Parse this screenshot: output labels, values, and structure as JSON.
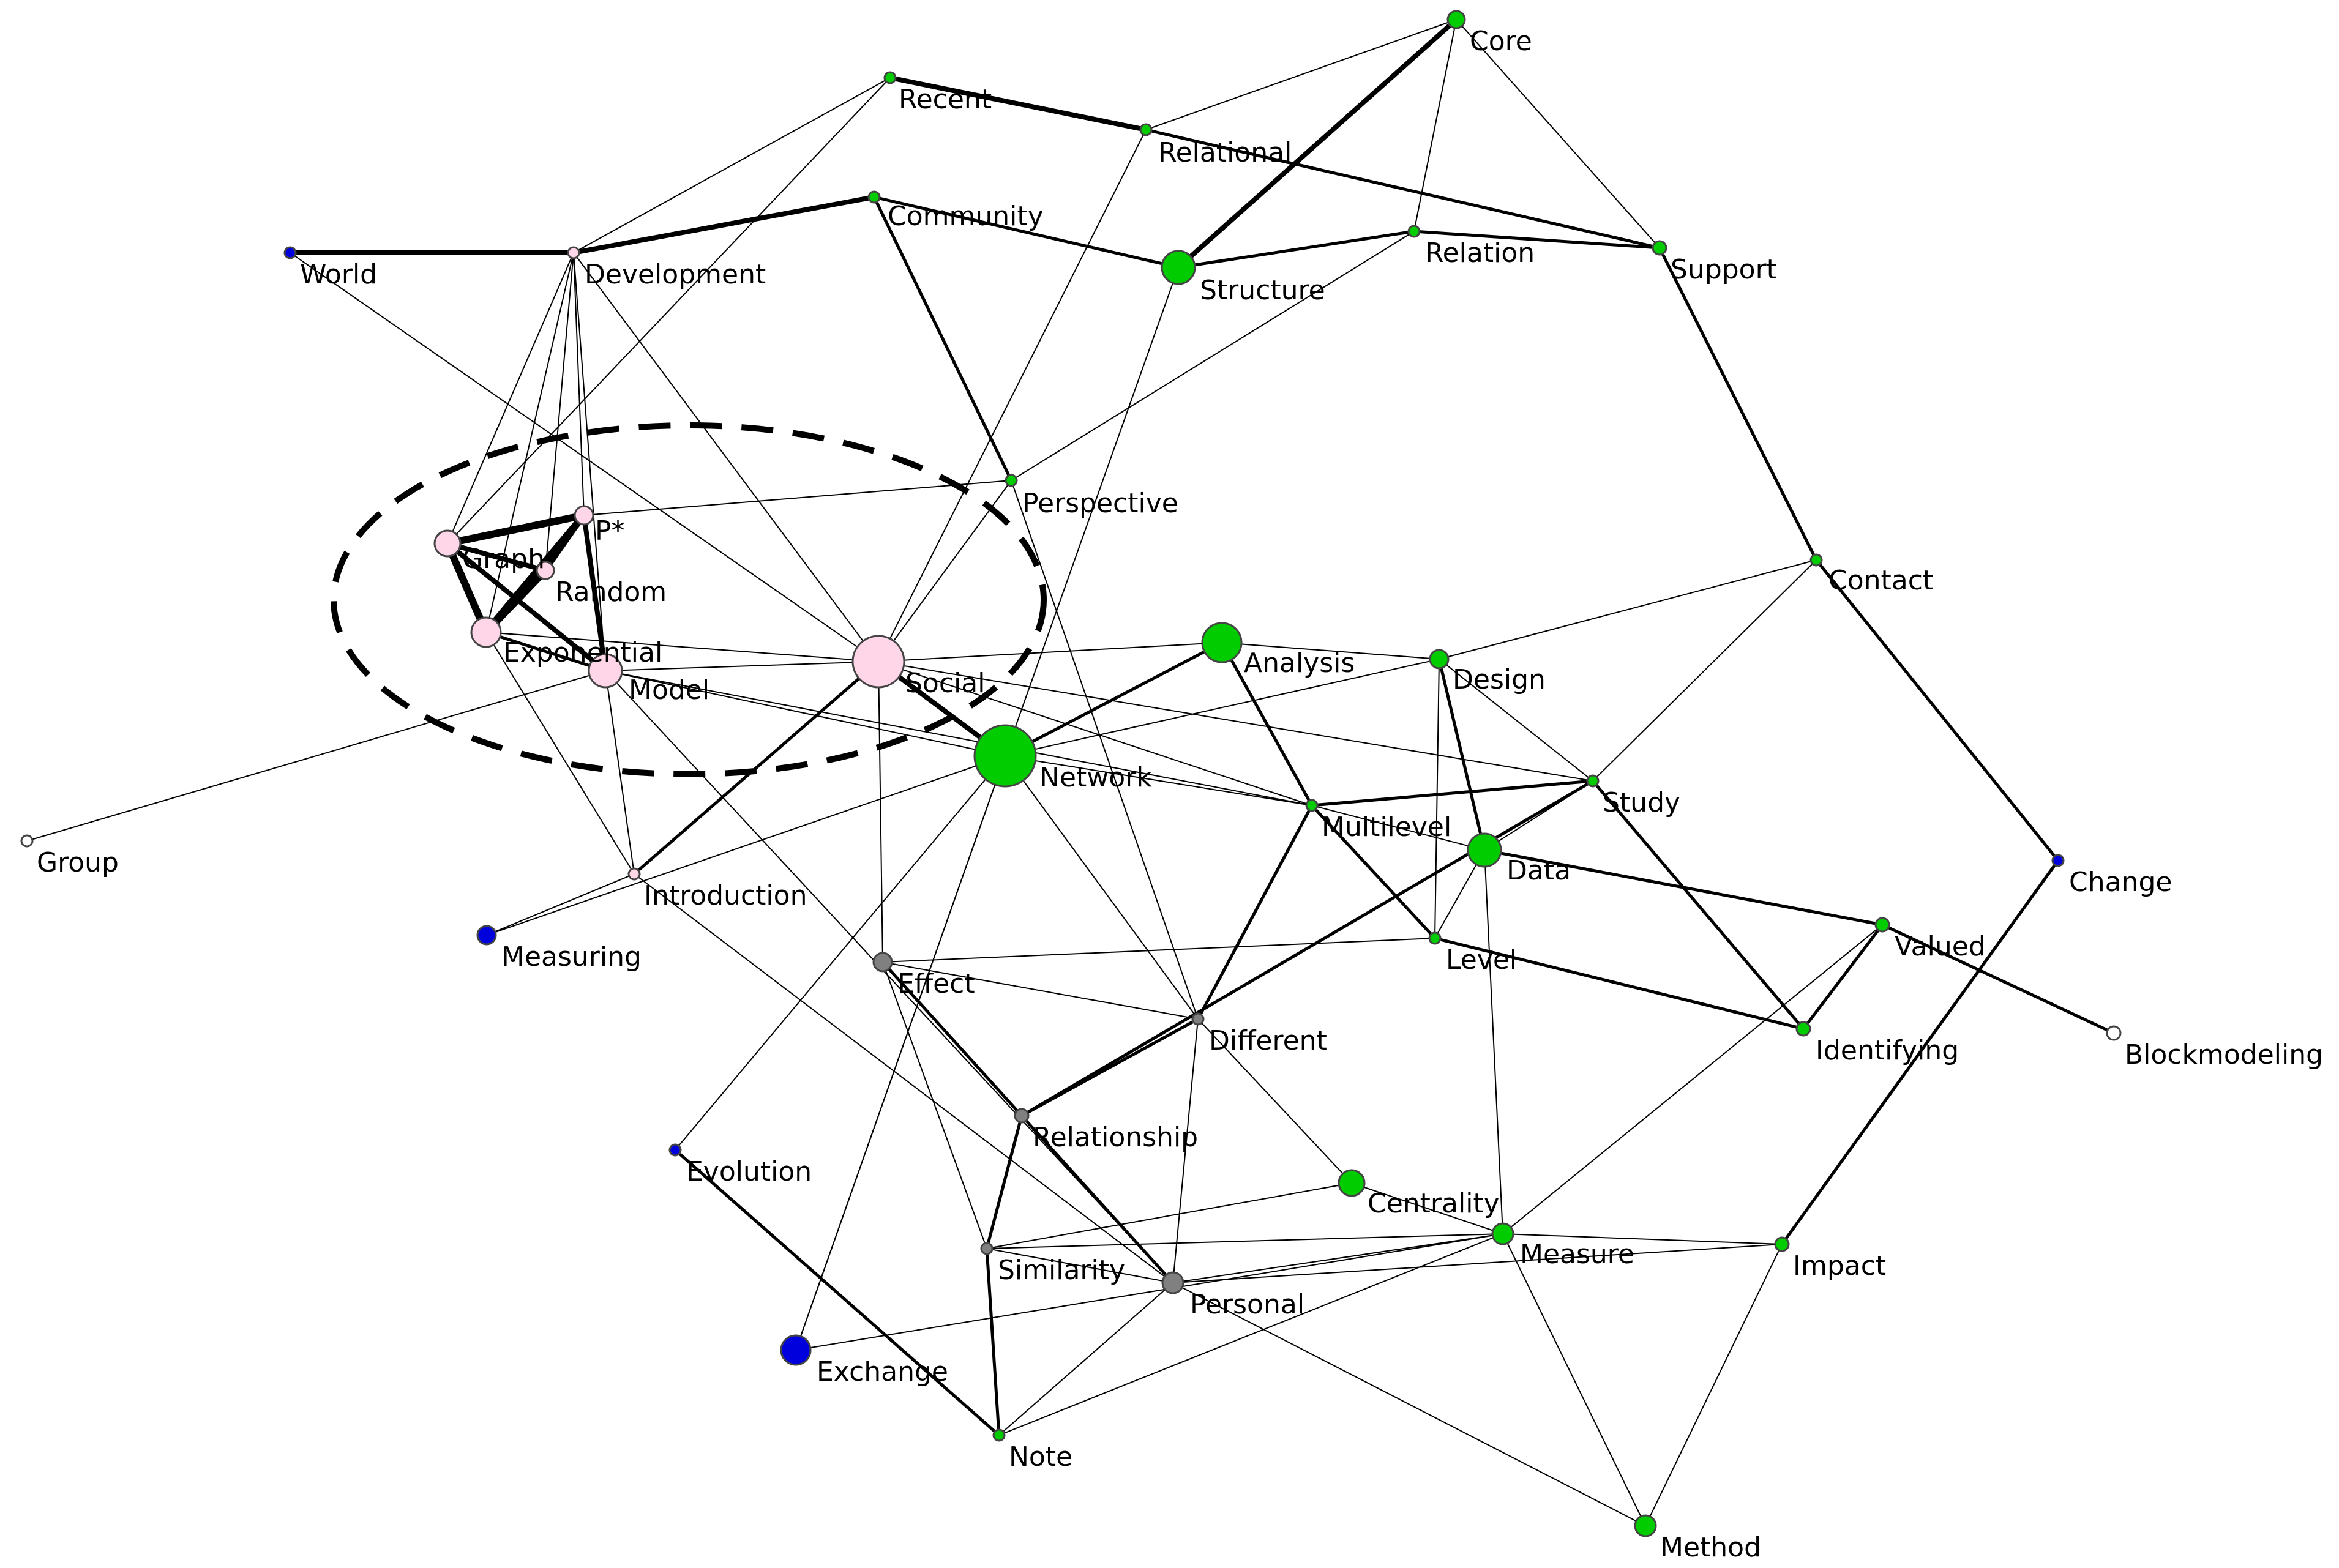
{
  "colors": {
    "green": "#00cc00",
    "pink": "#ffd6e8",
    "blue": "#0000dd",
    "gray": "#808080",
    "white": "#ffffff",
    "edge": "#000000"
  },
  "nodes": [
    {
      "id": "Core",
      "label": "Core",
      "color": "green",
      "r": 14
    },
    {
      "id": "Recent",
      "label": "Recent",
      "color": "green",
      "r": 9
    },
    {
      "id": "Relational",
      "label": "Relational",
      "color": "green",
      "r": 9
    },
    {
      "id": "Community",
      "label": "Community",
      "color": "green",
      "r": 9
    },
    {
      "id": "World",
      "label": "World",
      "color": "blue",
      "r": 9
    },
    {
      "id": "Development",
      "label": "Development",
      "color": "pink",
      "r": 9
    },
    {
      "id": "Structure",
      "label": "Structure",
      "color": "green",
      "r": 27
    },
    {
      "id": "Relation",
      "label": "Relation",
      "color": "green",
      "r": 9
    },
    {
      "id": "Support",
      "label": "Support",
      "color": "green",
      "r": 11
    },
    {
      "id": "Perspective",
      "label": "Perspective",
      "color": "green",
      "r": 9
    },
    {
      "id": "Pstar",
      "label": "P*",
      "color": "pink",
      "r": 15
    },
    {
      "id": "Graph",
      "label": "Graph",
      "color": "pink",
      "r": 21
    },
    {
      "id": "Random",
      "label": "Random",
      "color": "pink",
      "r": 14
    },
    {
      "id": "Exponential",
      "label": "Exponential",
      "color": "pink",
      "r": 24
    },
    {
      "id": "Model",
      "label": "Model",
      "color": "pink",
      "r": 27
    },
    {
      "id": "Social",
      "label": "Social",
      "color": "pink",
      "r": 42
    },
    {
      "id": "Analysis",
      "label": "Analysis",
      "color": "green",
      "r": 32
    },
    {
      "id": "Design",
      "label": "Design",
      "color": "green",
      "r": 15
    },
    {
      "id": "Contact",
      "label": "Contact",
      "color": "green",
      "r": 9
    },
    {
      "id": "Network",
      "label": "Network",
      "color": "green",
      "r": 50
    },
    {
      "id": "Study",
      "label": "Study",
      "color": "green",
      "r": 9
    },
    {
      "id": "Multilevel",
      "label": "Multilevel",
      "color": "green",
      "r": 9
    },
    {
      "id": "Data",
      "label": "Data",
      "color": "green",
      "r": 27
    },
    {
      "id": "Group",
      "label": "Group",
      "color": "white",
      "r": 9
    },
    {
      "id": "Introduction",
      "label": "Introduction",
      "color": "pink",
      "r": 9
    },
    {
      "id": "Change",
      "label": "Change",
      "color": "blue",
      "r": 9
    },
    {
      "id": "Valued",
      "label": "Valued",
      "color": "green",
      "r": 11
    },
    {
      "id": "Measuring",
      "label": "Measuring",
      "color": "blue",
      "r": 15
    },
    {
      "id": "Level",
      "label": "Level",
      "color": "green",
      "r": 9
    },
    {
      "id": "Effect",
      "label": "Effect",
      "color": "gray",
      "r": 15
    },
    {
      "id": "Different",
      "label": "Different",
      "color": "gray",
      "r": 9
    },
    {
      "id": "Identifying",
      "label": "Identifying",
      "color": "green",
      "r": 11
    },
    {
      "id": "Blockmodeling",
      "label": "Blockmodeling",
      "color": "white",
      "r": 11
    },
    {
      "id": "Relationship",
      "label": "Relationship",
      "color": "gray",
      "r": 11
    },
    {
      "id": "Evolution",
      "label": "Evolution",
      "color": "blue",
      "r": 9
    },
    {
      "id": "Centrality",
      "label": "Centrality",
      "color": "green",
      "r": 21
    },
    {
      "id": "Measure",
      "label": "Measure",
      "color": "green",
      "r": 17
    },
    {
      "id": "Impact",
      "label": "Impact",
      "color": "green",
      "r": 11
    },
    {
      "id": "Similarity",
      "label": "Similarity",
      "color": "gray",
      "r": 9
    },
    {
      "id": "Personal",
      "label": "Personal",
      "color": "gray",
      "r": 17
    },
    {
      "id": "Exchange",
      "label": "Exchange",
      "color": "blue",
      "r": 24
    },
    {
      "id": "Note",
      "label": "Note",
      "color": "green",
      "r": 9
    },
    {
      "id": "Method",
      "label": "Method",
      "color": "green",
      "r": 17
    }
  ],
  "edges": [
    [
      "Recent",
      "Relational",
      3
    ],
    [
      "Recent",
      "Development",
      1
    ],
    [
      "Recent",
      "Graph",
      1
    ],
    [
      "Relational",
      "Core",
      1
    ],
    [
      "Relational",
      "Social",
      1
    ],
    [
      "Relational",
      "Support",
      2
    ],
    [
      "Core",
      "Structure",
      3
    ],
    [
      "Core",
      "Relation",
      1
    ],
    [
      "Core",
      "Support",
      1
    ],
    [
      "Community",
      "Development",
      3
    ],
    [
      "Community",
      "Structure",
      2
    ],
    [
      "Community",
      "Perspective",
      2
    ],
    [
      "World",
      "Development",
      3
    ],
    [
      "World",
      "Social",
      1
    ],
    [
      "Development",
      "Pstar",
      1
    ],
    [
      "Development",
      "Graph",
      1
    ],
    [
      "Development",
      "Random",
      1
    ],
    [
      "Development",
      "Exponential",
      1
    ],
    [
      "Development",
      "Model",
      1
    ],
    [
      "Development",
      "Social",
      1
    ],
    [
      "Structure",
      "Relation",
      2
    ],
    [
      "Structure",
      "Network",
      1
    ],
    [
      "Relation",
      "Support",
      2
    ],
    [
      "Relation",
      "Perspective",
      1
    ],
    [
      "Support",
      "Contact",
      2
    ],
    [
      "Perspective",
      "Pstar",
      1
    ],
    [
      "Perspective",
      "Social",
      1
    ],
    [
      "Perspective",
      "Different",
      1
    ],
    [
      "Pstar",
      "Graph",
      4
    ],
    [
      "Pstar",
      "Random",
      3
    ],
    [
      "Pstar",
      "Exponential",
      4
    ],
    [
      "Pstar",
      "Model",
      3
    ],
    [
      "Graph",
      "Random",
      3
    ],
    [
      "Graph",
      "Exponential",
      4
    ],
    [
      "Graph",
      "Model",
      3
    ],
    [
      "Random",
      "Exponential",
      4
    ],
    [
      "Exponential",
      "Model",
      2
    ],
    [
      "Exponential",
      "Social",
      1
    ],
    [
      "Exponential",
      "Introduction",
      1
    ],
    [
      "Model",
      "Social",
      1
    ],
    [
      "Model",
      "Introduction",
      1
    ],
    [
      "Model",
      "Group",
      1
    ],
    [
      "Model",
      "Network",
      1
    ],
    [
      "Model",
      "Multilevel",
      1
    ],
    [
      "Model",
      "Personal",
      1
    ],
    [
      "Social",
      "Network",
      3
    ],
    [
      "Social",
      "Analysis",
      1
    ],
    [
      "Social",
      "Effect",
      1
    ],
    [
      "Social",
      "Introduction",
      2
    ],
    [
      "Social",
      "Study",
      1
    ],
    [
      "Social",
      "Multilevel",
      1
    ],
    [
      "Analysis",
      "Network",
      2
    ],
    [
      "Analysis",
      "Multilevel",
      2
    ],
    [
      "Analysis",
      "Design",
      1
    ],
    [
      "Network",
      "Design",
      1
    ],
    [
      "Network",
      "Multilevel",
      1
    ],
    [
      "Network",
      "Measuring",
      1
    ],
    [
      "Network",
      "Exchange",
      1
    ],
    [
      "Network",
      "Evolution",
      1
    ],
    [
      "Network",
      "Different",
      1
    ],
    [
      "Design",
      "Data",
      2
    ],
    [
      "Design",
      "Level",
      1
    ],
    [
      "Design",
      "Study",
      1
    ],
    [
      "Contact",
      "Study",
      1
    ],
    [
      "Contact",
      "Design",
      1
    ],
    [
      "Contact",
      "Change",
      2
    ],
    [
      "Study",
      "Multilevel",
      2
    ],
    [
      "Study",
      "Identifying",
      2
    ],
    [
      "Study",
      "Data",
      1
    ],
    [
      "Study",
      "Relationship",
      2
    ],
    [
      "Multilevel",
      "Data",
      1
    ],
    [
      "Multilevel",
      "Level",
      2
    ],
    [
      "Multilevel",
      "Different",
      2
    ],
    [
      "Data",
      "Valued",
      2
    ],
    [
      "Data",
      "Level",
      1
    ],
    [
      "Data",
      "Measure",
      1
    ],
    [
      "Level",
      "Identifying",
      2
    ],
    [
      "Level",
      "Effect",
      1
    ],
    [
      "Valued",
      "Identifying",
      2
    ],
    [
      "Valued",
      "Measure",
      1
    ],
    [
      "Change",
      "Impact",
      2
    ],
    [
      "Valued",
      "Blockmodeling",
      2
    ],
    [
      "Effect",
      "Different",
      1
    ],
    [
      "Effect",
      "Relationship",
      2
    ],
    [
      "Effect",
      "Similarity",
      1
    ],
    [
      "Different",
      "Relationship",
      2
    ],
    [
      "Different",
      "Personal",
      1
    ],
    [
      "Different",
      "Centrality",
      1
    ],
    [
      "Relationship",
      "Similarity",
      2
    ],
    [
      "Relationship",
      "Personal",
      2
    ],
    [
      "Evolution",
      "Note",
      2
    ],
    [
      "Centrality",
      "Similarity",
      1
    ],
    [
      "Centrality",
      "Measure",
      1
    ],
    [
      "Measure",
      "Similarity",
      1
    ],
    [
      "Measure",
      "Impact",
      1
    ],
    [
      "Measure",
      "Method",
      1
    ],
    [
      "Measure",
      "Personal",
      1
    ],
    [
      "Measure",
      "Exchange",
      1
    ],
    [
      "Measure",
      "Note",
      1
    ],
    [
      "Impact",
      "Method",
      1
    ],
    [
      "Impact",
      "Personal",
      1
    ],
    [
      "Similarity",
      "Note",
      2
    ],
    [
      "Similarity",
      "Personal",
      1
    ],
    [
      "Personal",
      "Note",
      1
    ],
    [
      "Personal",
      "Method",
      1
    ],
    [
      "Measuring",
      "Introduction",
      1
    ],
    [
      "Introduction",
      "Personal",
      1
    ],
    [
      "Exchange",
      "Network",
      1
    ]
  ]
}
